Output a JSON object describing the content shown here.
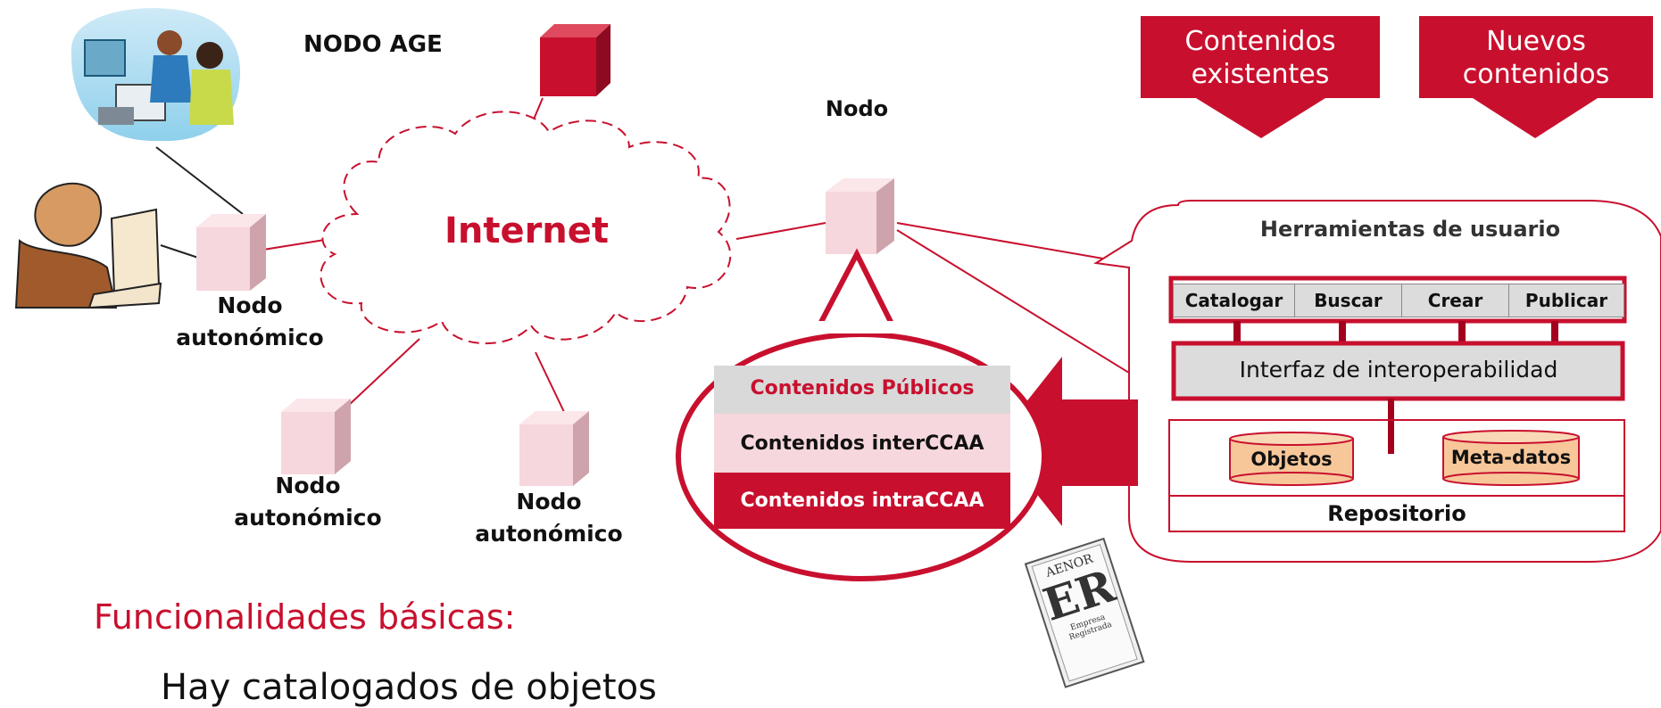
{
  "colors": {
    "accent": "#c8102e",
    "node_light": "#f6d7dd",
    "gray": "#d9d9d9",
    "db_fill": "#f7c79a"
  },
  "labels": {
    "nodo_age": "NODO AGE",
    "nodo": "Nodo",
    "internet": "Internet",
    "nodo_autonomico_1": "Nodo\nautonómico",
    "nodo_autonomico_2": "Nodo\nautonómico",
    "nodo_autonomico_3": "Nodo\nautonómico"
  },
  "arrows": {
    "contenidos_existentes": "Contenidos\nexistentes",
    "nuevos_contenidos": "Nuevos\ncontenidos"
  },
  "tools": {
    "title": "Herramientas de usuario",
    "items": [
      "Catalogar",
      "Buscar",
      "Crear",
      "Publicar"
    ],
    "interop": "Interfaz de interoperabilidad",
    "db1": "Objetos",
    "db2": "Meta-datos",
    "repo": "Repositorio"
  },
  "contents": {
    "publicos": "Contenidos Públicos",
    "inter": "Contenidos interCCAA",
    "intra": "Contenidos intraCCAA"
  },
  "badge": {
    "top": "AENOR",
    "mark": "ER",
    "sub": "Empresa\nRegistrada"
  },
  "section": {
    "heading": "Funcionalidades básicas:",
    "bullet": "Hay catalogados de objetos"
  },
  "icons": [
    "people-at-computer-icon",
    "businessman-at-computer-icon",
    "aenor-badge-icon"
  ]
}
